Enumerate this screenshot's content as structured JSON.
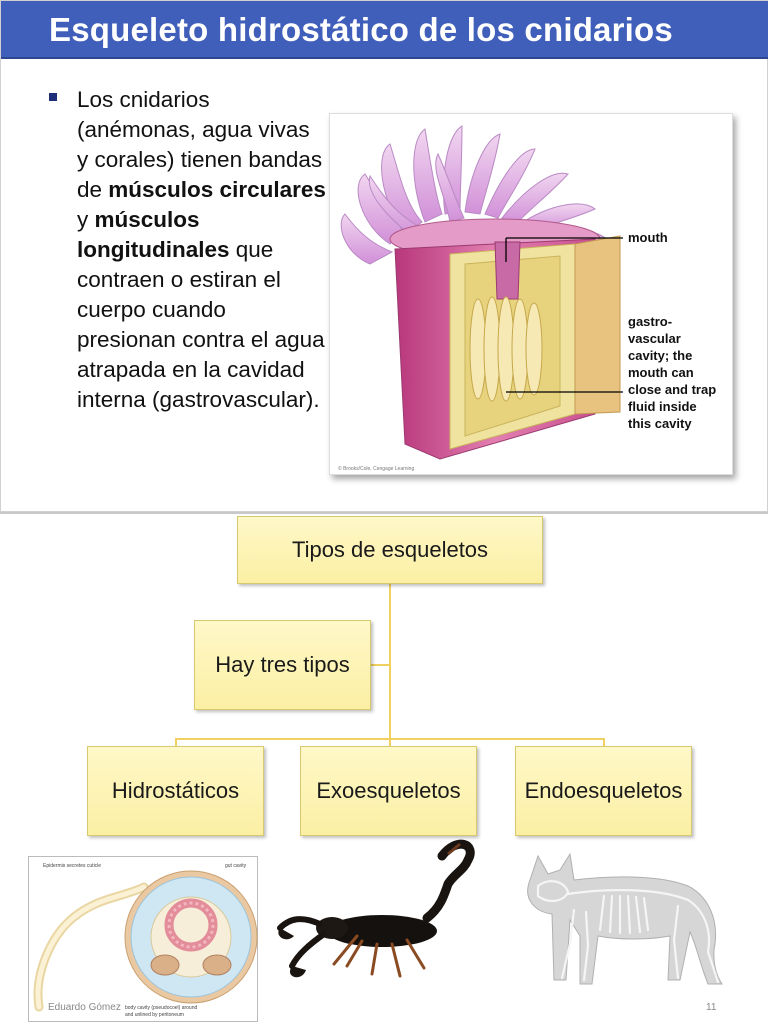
{
  "slide1": {
    "title": "Esqueleto hidrostático de los cnidarios",
    "bullet": {
      "t1": "Los cnidarios (anémonas, agua vivas y corales) tienen bandas de ",
      "b1": "músculos circulares",
      "t2": " y ",
      "b2": "músculos longitudinales",
      "t3": " que contraen o estiran el cuerpo cuando presionan contra el agua atrapada en la cavidad interna (gastrovascular)."
    },
    "figure": {
      "label_mouth": "mouth",
      "label_cavity_lines": [
        "gastro-",
        "vascular",
        "cavity; the",
        "mouth can",
        "close and trap",
        "fluid inside",
        "this cavity"
      ],
      "credit": "© Brooks/Cole, Cengage Learning"
    }
  },
  "slide2": {
    "root": "Tipos de esqueletos",
    "assistant": "Hay tres tipos",
    "children": [
      "Hidrostáticos",
      "Exoesqueletos",
      "Endoesqueletos"
    ],
    "worm_figure": {
      "label_top_left": "Epidermis secretes cuticle",
      "label_top_right": "gut cavity",
      "label_bottom_1": "body cavity (pseudocoel) around",
      "label_bottom_2": "and unlined by peritoneum"
    },
    "footer_author": "Eduardo Gómez",
    "page_number": "11"
  }
}
